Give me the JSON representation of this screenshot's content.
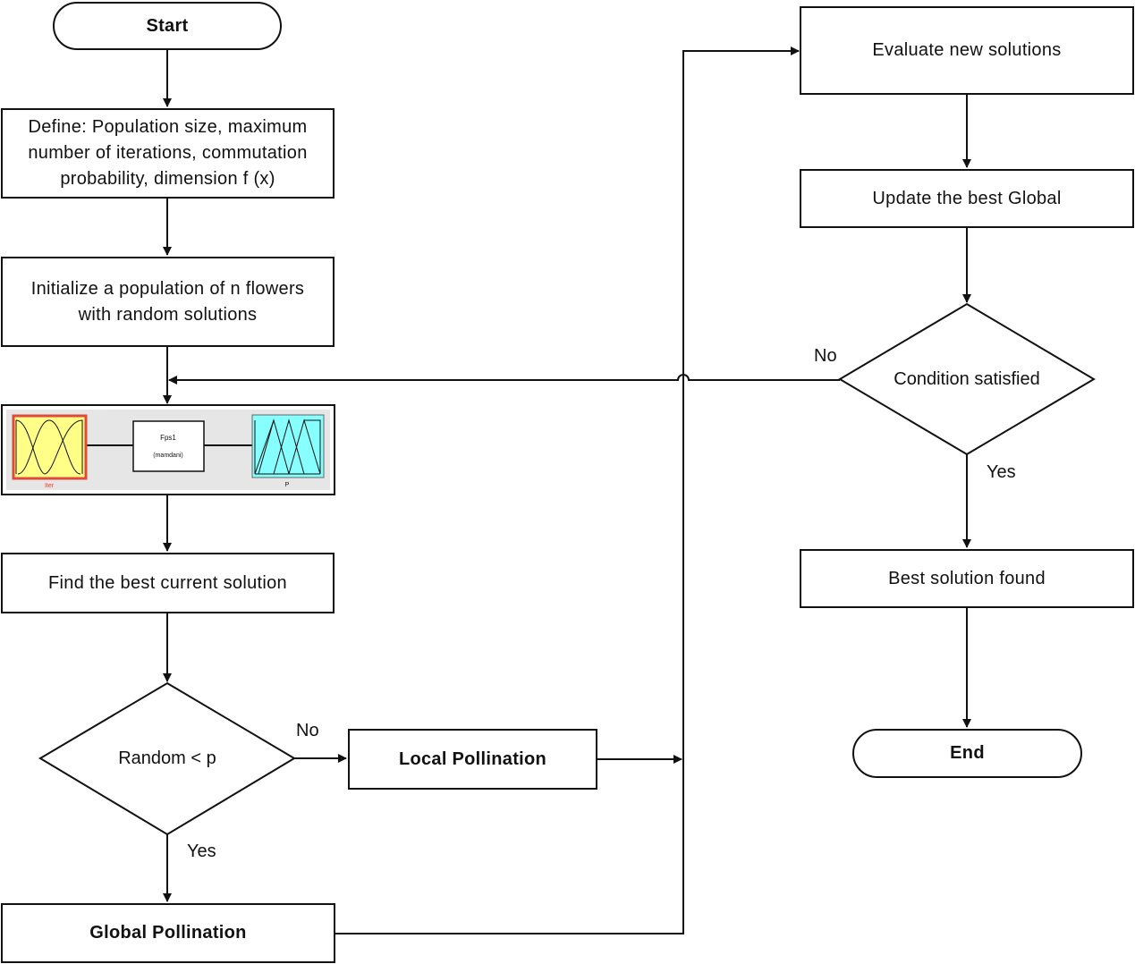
{
  "flow": {
    "start": "Start",
    "define": [
      "Define: Population size, maximum",
      "number of iterations, commutation",
      "probability, dimension f (x)"
    ],
    "initialize": [
      "Initialize a population of n flowers",
      "with random solutions"
    ],
    "fuzzy_system": {
      "name": "Fps1",
      "type": "(mamdani)",
      "input_label": "Iter",
      "output_label": "P"
    },
    "find_best": "Find the best current solution",
    "random_check": "Random < p",
    "local_pollination": "Local Pollination",
    "global_pollination": "Global Pollination",
    "evaluate": "Evaluate new solutions",
    "update_best": "Update the best Global",
    "condition": "Condition satisfied",
    "best_found": "Best solution found",
    "end": "End"
  },
  "edges": {
    "no_local": "No",
    "yes_global": "Yes",
    "no_loop": "No",
    "yes_done": "Yes"
  },
  "colors": {
    "stroke": "#111111",
    "panel": "#e6e6e6",
    "input_mf_fill": "#ffff88",
    "input_mf_border": "#e04a3a",
    "output_mf_fill": "#88ffff",
    "input_label": "#e04a3a"
  }
}
